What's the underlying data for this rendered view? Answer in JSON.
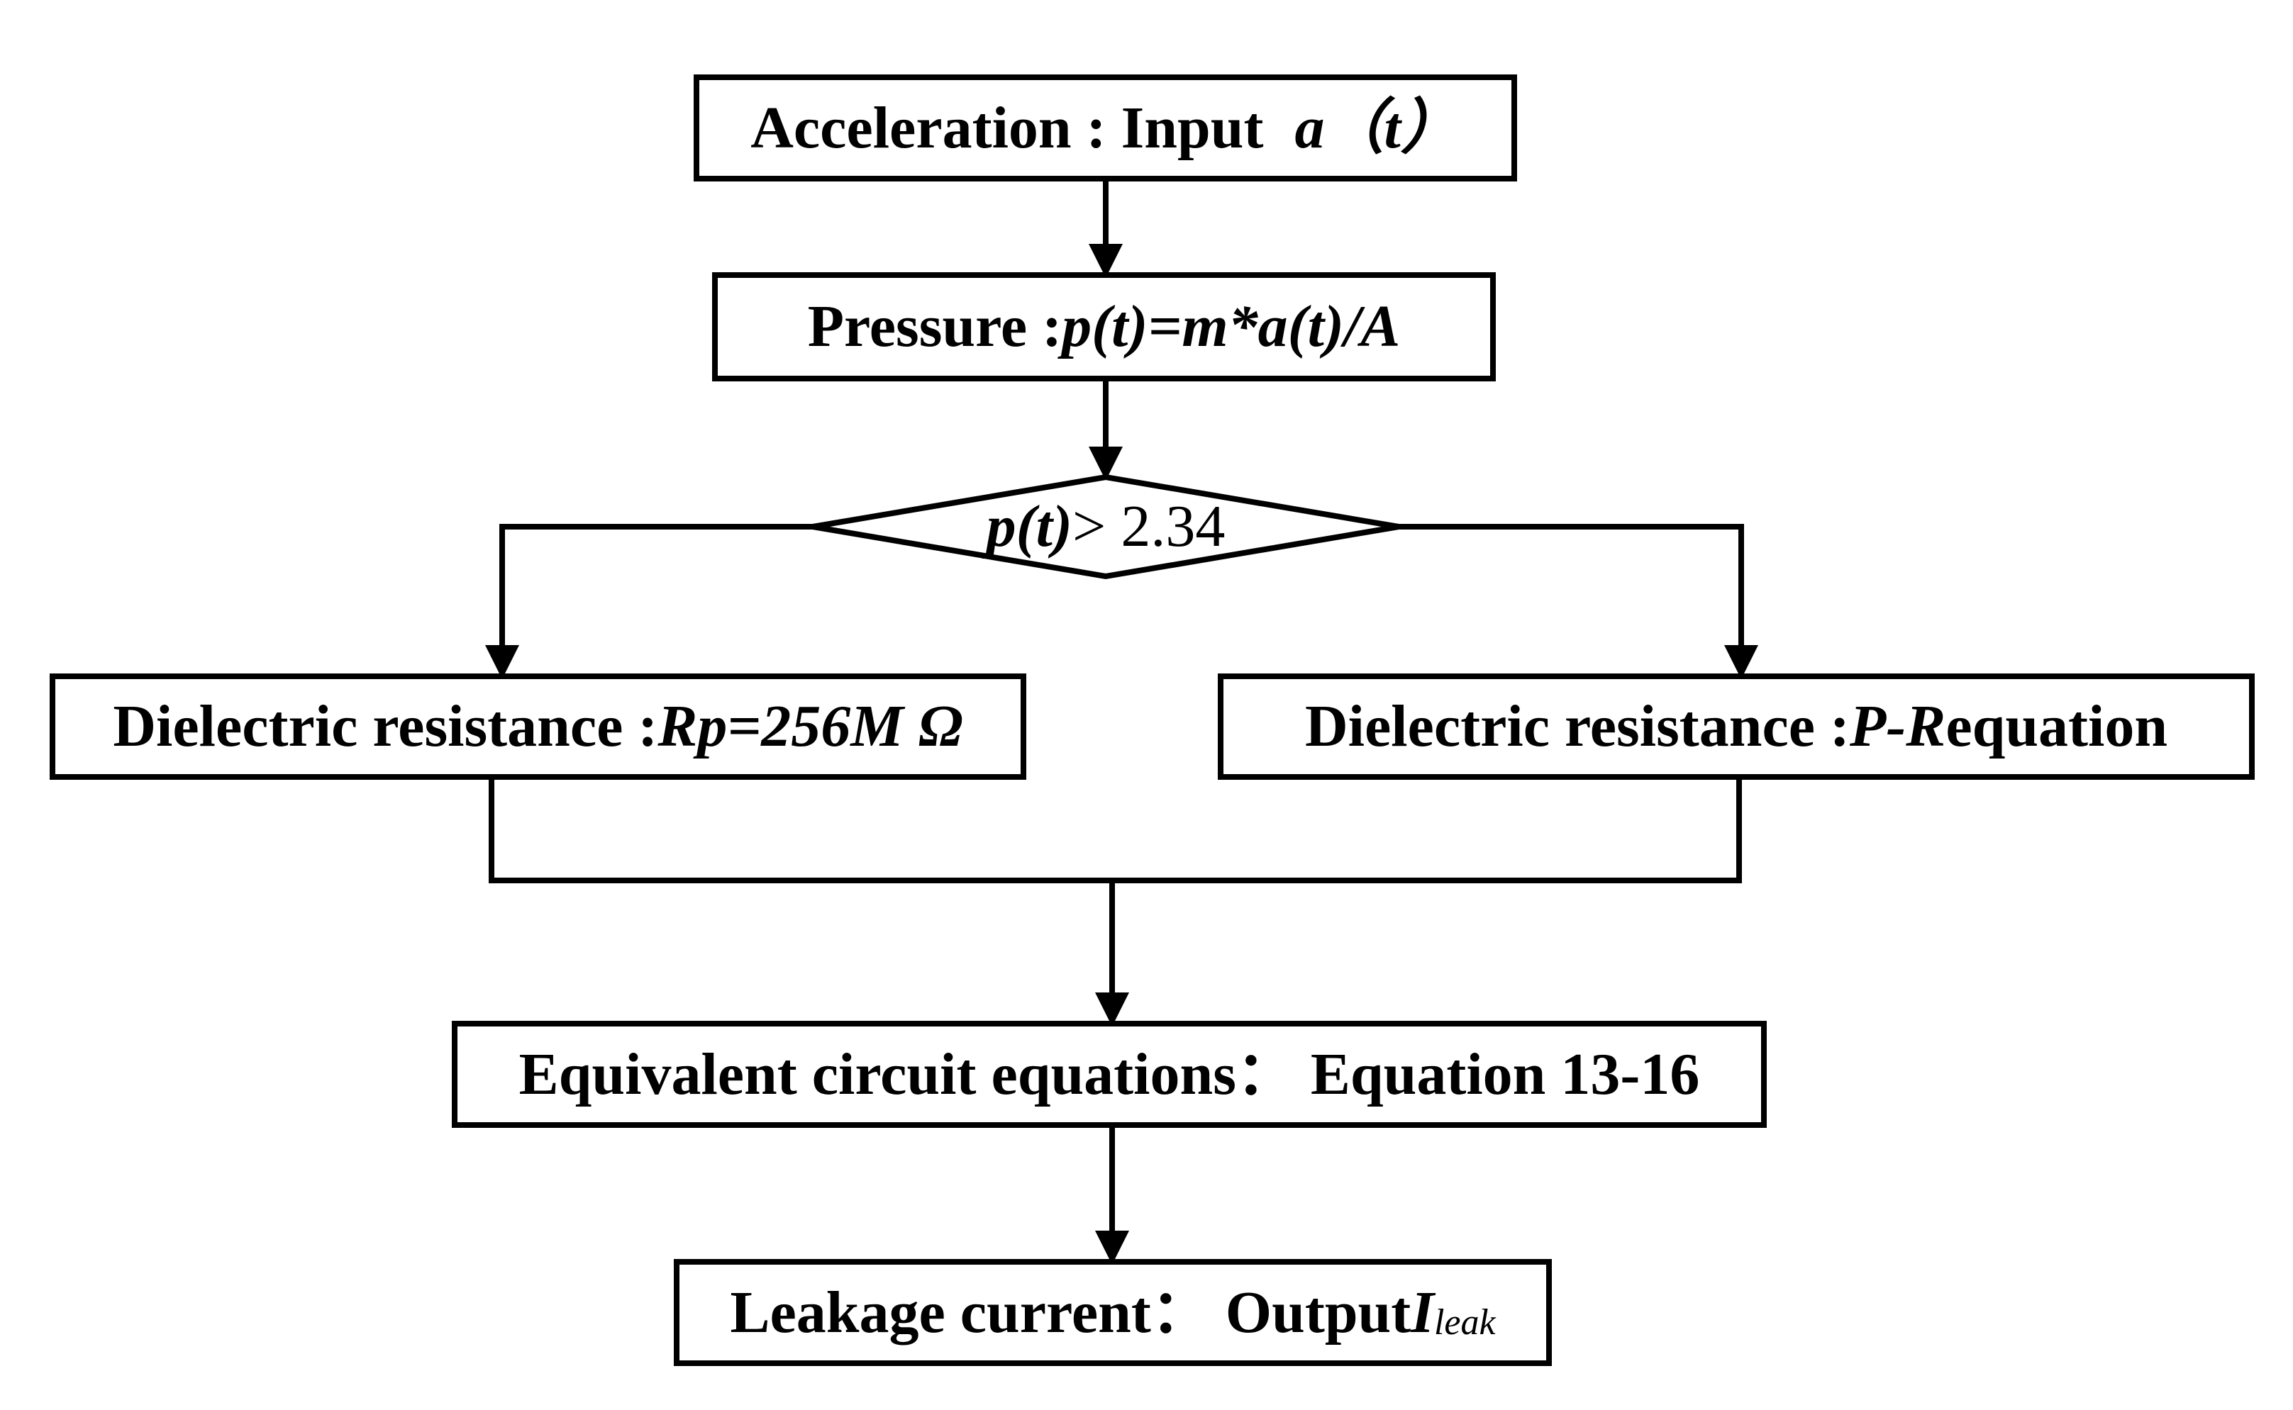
{
  "nodes": {
    "acceleration": {
      "label": "Acceleration : Input",
      "var": "a（t）"
    },
    "pressure": {
      "label": "Pressure : ",
      "formula": "p(t)=m*a(t)/A"
    },
    "decision": {
      "cond": "p(t)",
      "rest": " > 2.34"
    },
    "dielectric_left": {
      "label": "Dielectric resistance : ",
      "value": "Rp=256M Ω"
    },
    "dielectric_right": {
      "label": "Dielectric resistance : ",
      "eq_name": "P-R",
      "suffix": " equation"
    },
    "equivalent": {
      "text": "Equivalent circuit equations：  Equation 13-16"
    },
    "leakage": {
      "label": "Leakage current：  Output ",
      "var": "I",
      "sub": "leak"
    }
  },
  "colors": {
    "stroke": "#000000",
    "background": "#ffffff"
  }
}
